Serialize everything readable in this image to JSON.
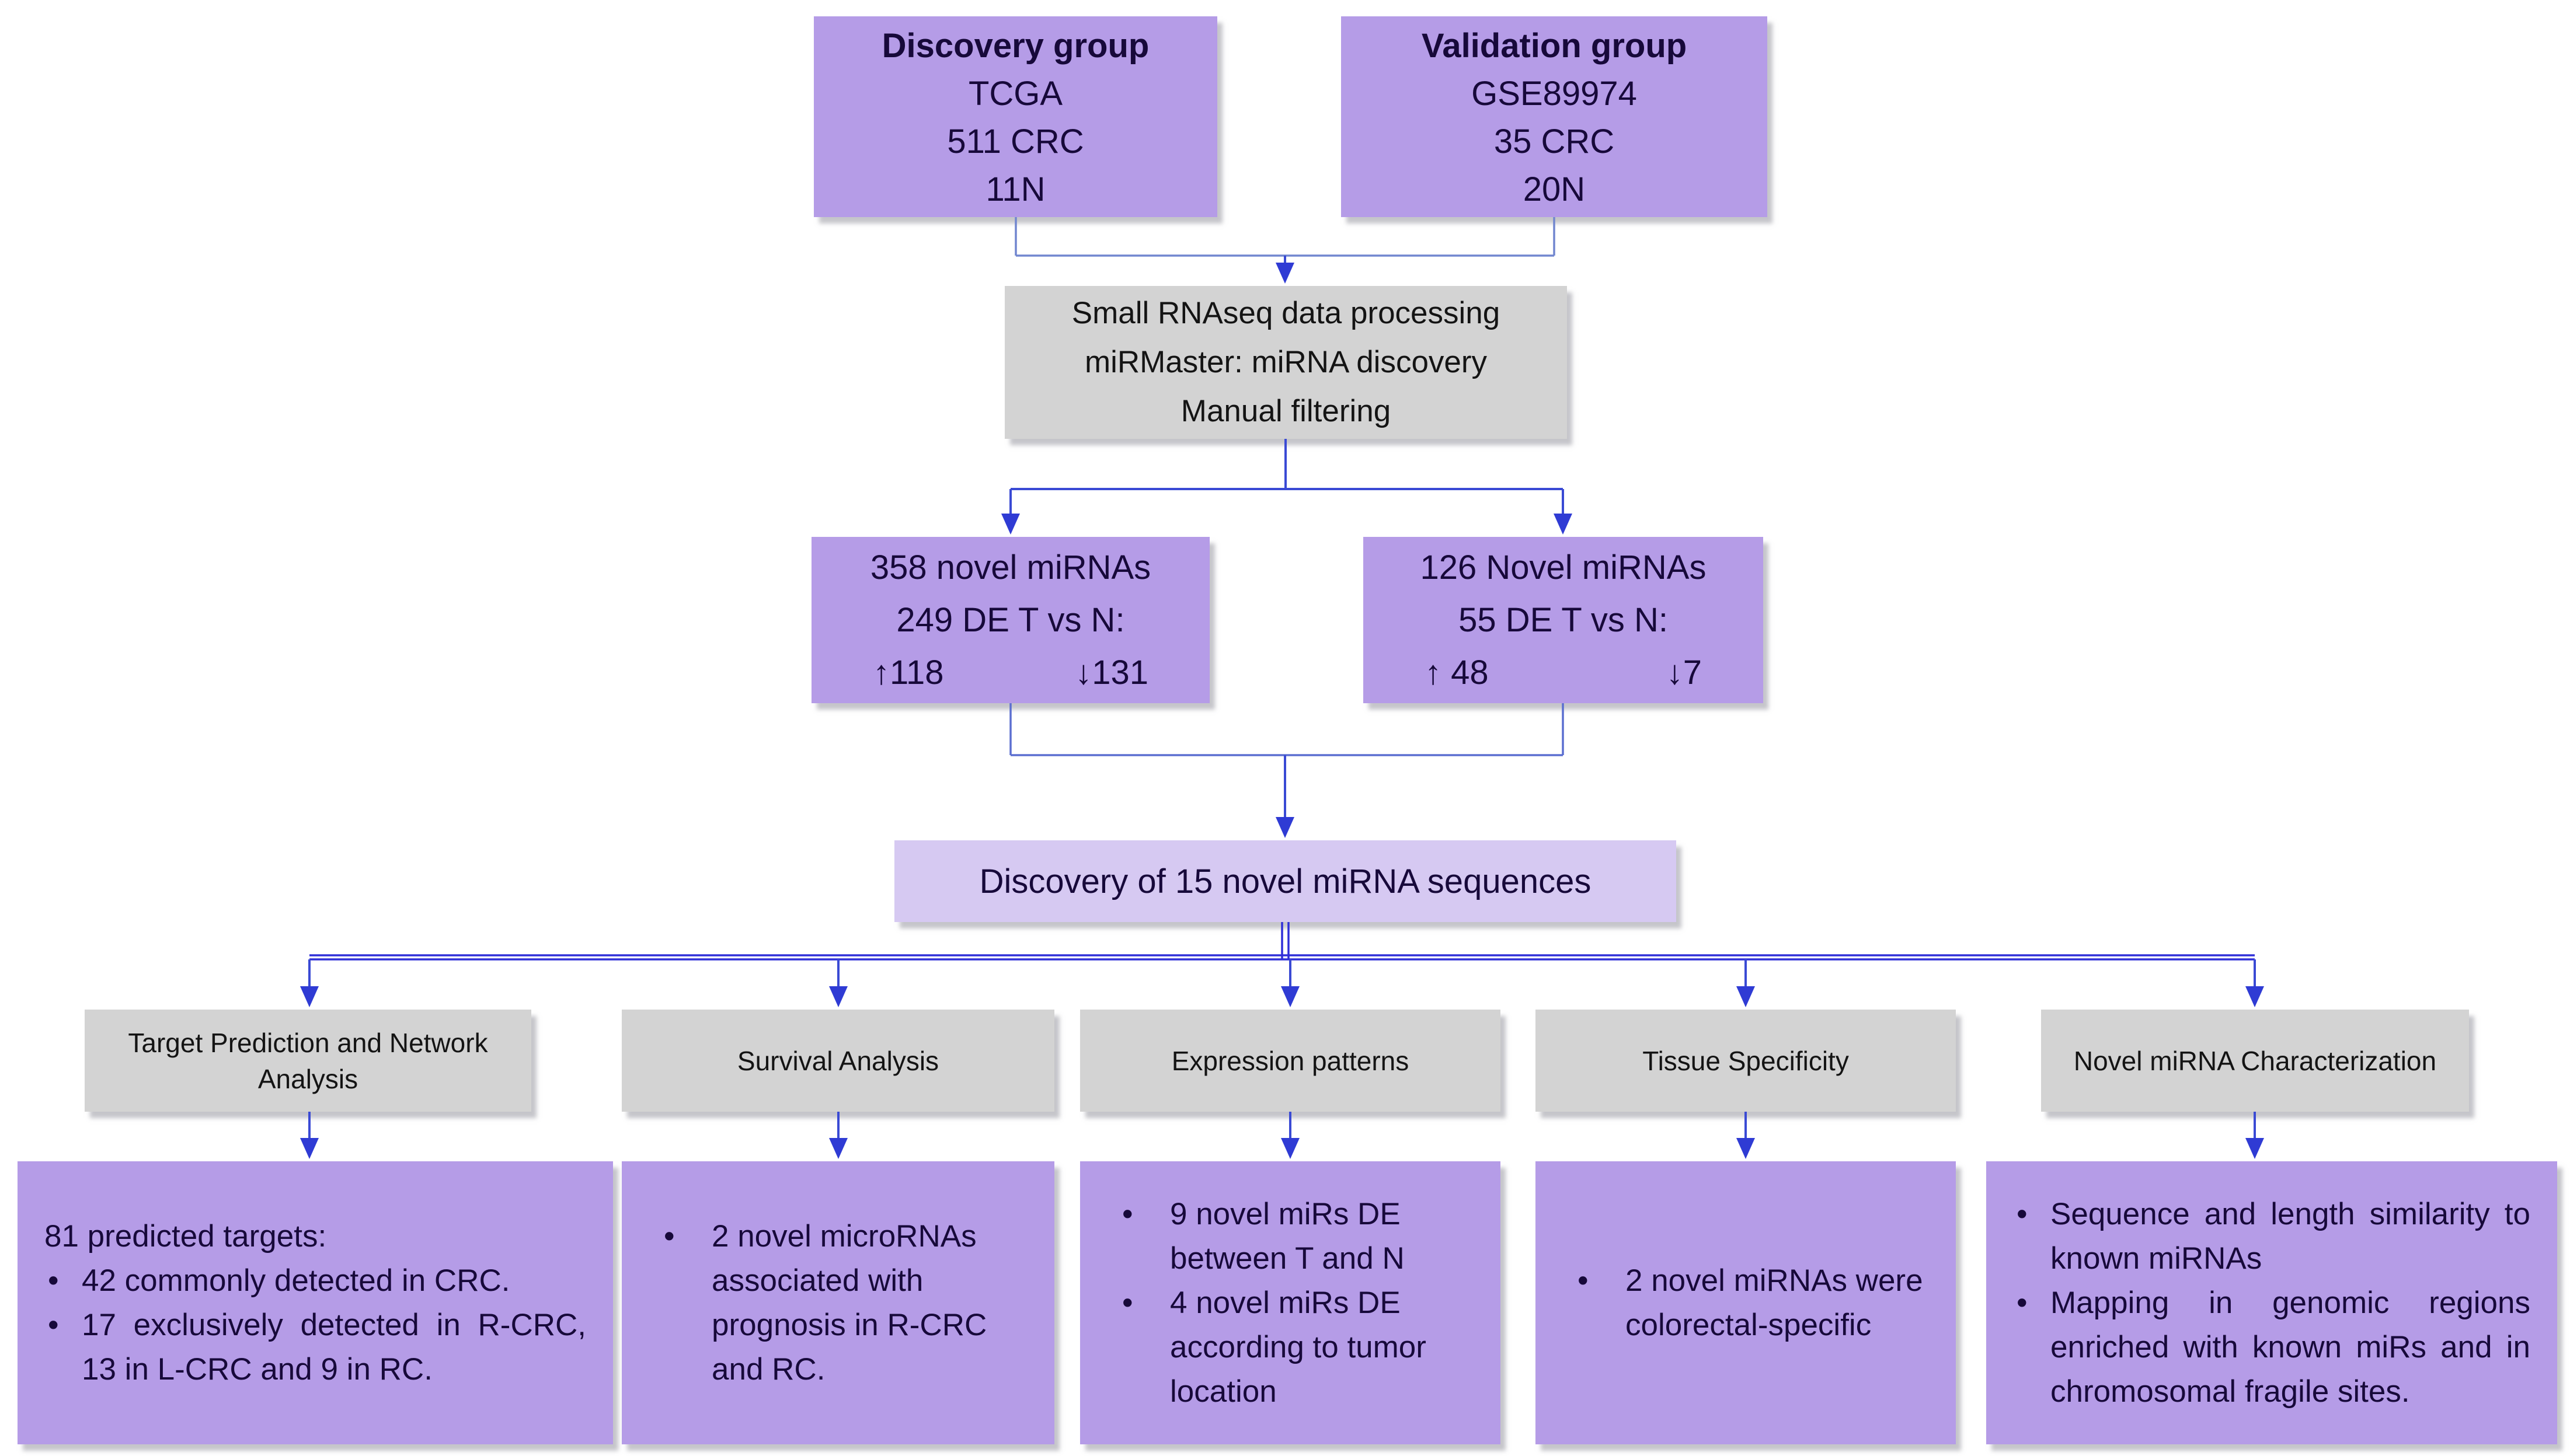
{
  "colors": {
    "node_purple": "#b59ce7",
    "banner_light_purple": "#d6c9f2",
    "node_gray": "#d3d3d3",
    "arrow_blue": "#2f3bd4",
    "connector_blue": "#4a5cd6",
    "text_dark_purple": "#17093a"
  },
  "nodes": {
    "discovery_group": {
      "title": "Discovery group",
      "lines": [
        "TCGA",
        "511 CRC",
        "11N"
      ]
    },
    "validation_group": {
      "title": "Validation group",
      "lines": [
        "GSE89974",
        "35 CRC",
        "20N"
      ]
    },
    "processing": {
      "lines": [
        "Small RNAseq data processing",
        "miRMaster: miRNA discovery",
        "Manual filtering"
      ]
    },
    "discovery_novel": {
      "lines": [
        "358 novel miRNAs",
        "249 DE T vs N:"
      ],
      "up": "↑118",
      "down": "↓131"
    },
    "validation_novel": {
      "lines": [
        "126 Novel miRNAs",
        "55 DE T vs N:"
      ],
      "up": "↑ 48",
      "down": "↓7"
    },
    "discovery_15": {
      "text": "Discovery of 15 novel miRNA sequences"
    }
  },
  "branches": [
    {
      "header": "Target Prediction and Network Analysis",
      "intro": "81 predicted targets:",
      "bullets": [
        "42 commonly detected in CRC.",
        "17 exclusively detected in R-CRC, 13 in L-CRC and 9 in RC."
      ]
    },
    {
      "header": "Survival Analysis",
      "bullets": [
        "2 novel microRNAs associated with prognosis  in R-CRC and RC."
      ]
    },
    {
      "header": "Expression patterns",
      "bullets": [
        "9 novel miRs DE between T and N",
        "4 novel miRs DE according to tumor location"
      ]
    },
    {
      "header": "Tissue Specificity",
      "bullets": [
        "2 novel miRNAs were colorectal-specific"
      ]
    },
    {
      "header": "Novel miRNA Characterization",
      "bullets": [
        "Sequence and length similarity to known miRNAs",
        "Mapping in genomic regions enriched with known miRs and in chromosomal fragile sites."
      ]
    }
  ]
}
